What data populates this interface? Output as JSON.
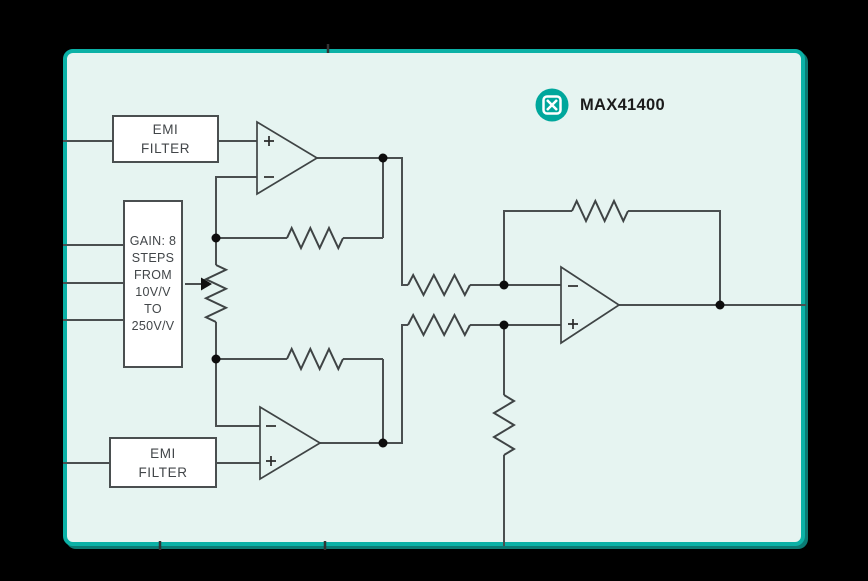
{
  "header": {
    "part_number": "MAX41400",
    "logo_icon": "maxim-logo-icon"
  },
  "blocks": {
    "emi_top": {
      "line1": "EMI",
      "line2": "FILTER"
    },
    "emi_bottom": {
      "line1": "EMI",
      "line2": "FILTER"
    },
    "gain": {
      "lines": [
        "GAIN: 8",
        "STEPS",
        "FROM",
        "10V/V",
        "TO",
        "250V/V"
      ]
    }
  },
  "amplifiers": {
    "input_amp_top": {
      "plus": "+",
      "minus": "−"
    },
    "input_amp_bottom": {
      "plus": "+",
      "minus": "−"
    },
    "output_amp": {
      "plus": "+",
      "minus": "−"
    }
  },
  "colors": {
    "page_background": "#000000",
    "panel_fill": "#E6F4F1",
    "panel_border_teal": "#0BB1A6",
    "panel_shadow_teal": "#0B7B74",
    "logo_teal": "#00A79C",
    "wire_gray": "#4A4F50",
    "text_gray": "#424649",
    "title_black": "#1B1B1B"
  }
}
